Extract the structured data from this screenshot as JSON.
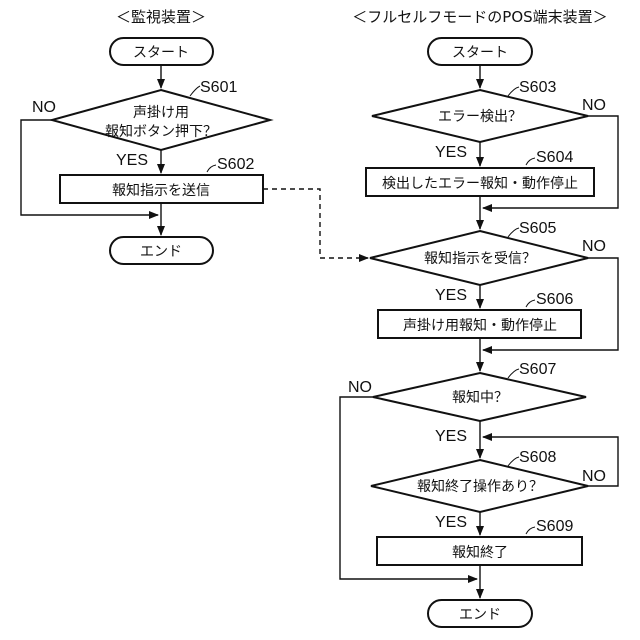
{
  "left": {
    "title": "＜監視装置＞",
    "start": "スタート",
    "s601": {
      "step": "S601",
      "line1": "声掛け用",
      "line2": "報知ボタン押下？",
      "no": "NO",
      "yes": "YES"
    },
    "s602": {
      "step": "S602",
      "text": "報知指示を送信"
    },
    "end": "エンド"
  },
  "right": {
    "title": "＜フルセルフモードのPOS端末装置＞",
    "start": "スタート",
    "s603": {
      "step": "S603",
      "text": "エラー検出？",
      "no": "NO",
      "yes": "YES"
    },
    "s604": {
      "step": "S604",
      "text": "検出したエラー報知・動作停止"
    },
    "s605": {
      "step": "S605",
      "text": "報知指示を受信？",
      "no": "NO",
      "yes": "YES"
    },
    "s606": {
      "step": "S606",
      "text": "声掛け用報知・動作停止"
    },
    "s607": {
      "step": "S607",
      "text": "報知中？",
      "no": "NO",
      "yes": "YES"
    },
    "s608": {
      "step": "S608",
      "text": "報知終了操作あり？",
      "no": "NO",
      "yes": "YES"
    },
    "s609": {
      "step": "S609",
      "text": "報知終了"
    },
    "end": "エンド"
  }
}
